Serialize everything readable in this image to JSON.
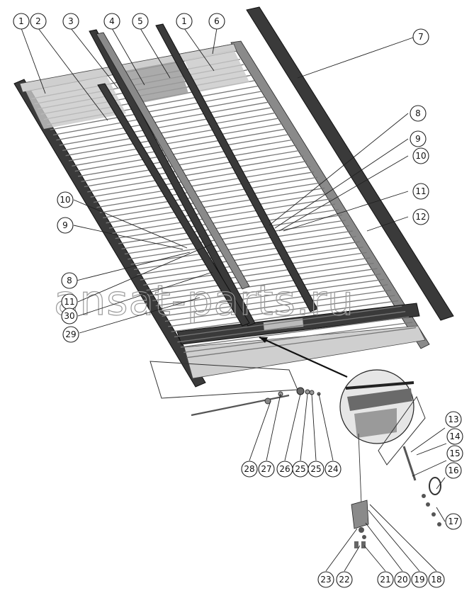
{
  "watermark": "ansat-parts.ru",
  "callouts": [
    "1",
    "2",
    "3",
    "4",
    "5",
    "1",
    "6",
    "7",
    "8",
    "9",
    "10",
    "11",
    "12",
    "10",
    "9",
    "8",
    "11",
    "30",
    "29",
    "28",
    "27",
    "26",
    "25",
    "25",
    "24",
    "13",
    "14",
    "15",
    "16",
    "17",
    "23",
    "22",
    "21",
    "20",
    "19",
    "18"
  ]
}
